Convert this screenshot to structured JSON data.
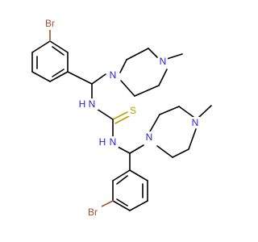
{
  "atoms": {
    "br_top": "Br",
    "n_pip1_a": "N",
    "n_pip1_b": "N",
    "nh_top": "N",
    "h_top": "H",
    "s": "S",
    "nh_bottom": "N",
    "h_bottom": "H",
    "n_pip2_a": "N",
    "n_pip2_b": "N",
    "br_bottom": "Br"
  },
  "colors": {
    "carbon_bond": "#000000",
    "nitrogen": "#1f1fd6",
    "bromine": "#a0522d",
    "sulfur": "#b8a000"
  }
}
